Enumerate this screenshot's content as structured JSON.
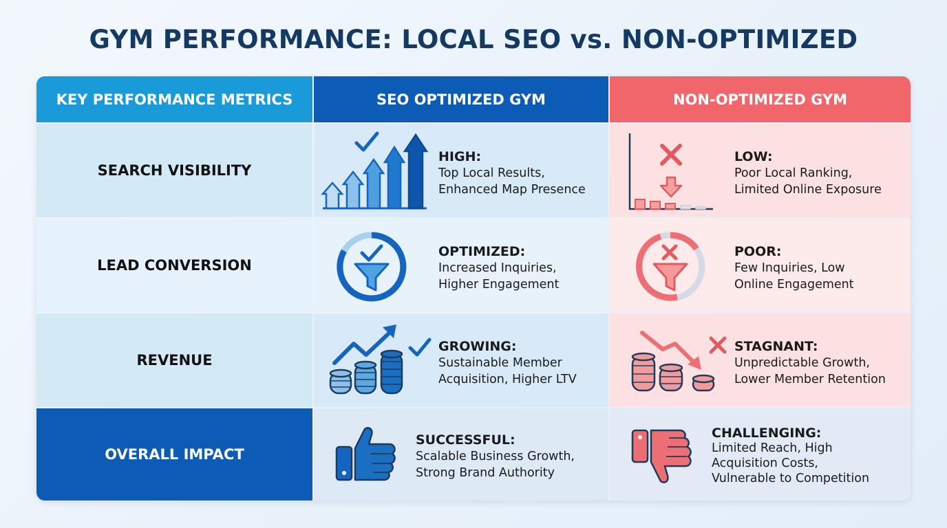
{
  "title": "GYM PERFORMANCE: LOCAL SEO vs. NON-OPTIMIZED",
  "headers": {
    "metrics": "KEY PERFORMANCE METRICS",
    "seo": "SEO OPTIMIZED GYM",
    "non": "NON-OPTIMIZED GYM"
  },
  "rows": [
    {
      "metric": "SEARCH VISIBILITY",
      "seo": {
        "heading": "HIGH:",
        "lines": [
          "Top Local Results,",
          "Enhanced Map Presence"
        ]
      },
      "non": {
        "heading": "LOW:",
        "lines": [
          "Poor Local Ranking,",
          "Limited Online Exposure"
        ]
      }
    },
    {
      "metric": "LEAD CONVERSION",
      "seo": {
        "heading": "OPTIMIZED:",
        "lines": [
          "Increased Inquiries,",
          "Higher Engagement"
        ]
      },
      "non": {
        "heading": "POOR:",
        "lines": [
          "Few Inquiries, Low",
          "Online Engagement"
        ]
      }
    },
    {
      "metric": "REVENUE",
      "seo": {
        "heading": "GROWING:",
        "lines": [
          "Sustainable Member",
          "Acquisition, Higher LTV"
        ]
      },
      "non": {
        "heading": "STAGNANT:",
        "lines": [
          "Unpredictable Growth,",
          "Lower Member Retention"
        ]
      }
    },
    {
      "metric": "OVERALL IMPACT",
      "seo": {
        "heading": "SUCCESSFUL:",
        "lines": [
          "Scalable Business Growth,",
          "Strong Brand Authority"
        ]
      },
      "non": {
        "heading": "CHALLENGING:",
        "lines": [
          "Limited Reach, High",
          "Acquisition Costs,",
          "Vulnerable to Competition"
        ]
      }
    }
  ],
  "colors": {
    "title": "#143a63",
    "header_metrics": "#1a9ad8",
    "header_seo": "#0c5bb5",
    "header_non": "#f0666b",
    "seo_icon": "#1565c0",
    "non_icon": "#e35a5e"
  },
  "icons": {
    "row1_seo": "rising-bar-chart-check-icon",
    "row1_non": "falling-bar-chart-x-icon",
    "row2_seo": "funnel-check-ring-icon",
    "row2_non": "funnel-x-ring-icon",
    "row3_seo": "growth-coins-check-icon",
    "row3_non": "decline-coins-x-icon",
    "row4_seo": "thumbs-up-icon",
    "row4_non": "thumbs-down-icon"
  }
}
